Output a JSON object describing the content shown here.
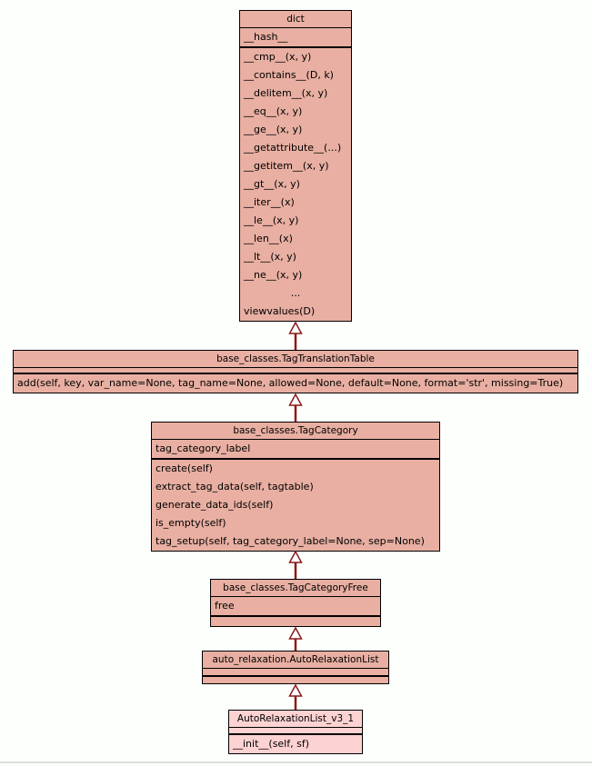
{
  "diagram": {
    "type": "uml-inheritance-diagram",
    "colors": {
      "background": "#fdfffd",
      "box_fill": "#e8afa2",
      "highlight_fill": "#fdd2d2",
      "box_border": "#000000",
      "arrow": "#8b1a1a",
      "text": "#000000",
      "page_rule": "#dadeda"
    },
    "classes": [
      {
        "title": "dict",
        "attributes": [
          "__hash__"
        ],
        "methods": [
          "__cmp__(x, y)",
          "__contains__(D, k)",
          "__delitem__(x, y)",
          "__eq__(x, y)",
          "__ge__(x, y)",
          "__getattribute__(...)",
          "__getitem__(x, y)",
          "__gt__(x, y)",
          "__iter__(x)",
          "__le__(x, y)",
          "__len__(x)",
          "__lt__(x, y)",
          "__ne__(x, y)",
          "...",
          "viewvalues(D)"
        ]
      },
      {
        "title": "base_classes.TagTranslationTable",
        "attributes": [],
        "methods": [
          "add(self, key, var_name=None, tag_name=None, allowed=None, default=None, format='str', missing=True)"
        ]
      },
      {
        "title": "base_classes.TagCategory",
        "attributes": [
          "tag_category_label"
        ],
        "methods": [
          "create(self)",
          "extract_tag_data(self, tagtable)",
          "generate_data_ids(self)",
          "is_empty(self)",
          "tag_setup(self, tag_category_label=None, sep=None)"
        ]
      },
      {
        "title": "base_classes.TagCategoryFree",
        "attributes": [
          "free"
        ],
        "methods": []
      },
      {
        "title": "auto_relaxation.AutoRelaxationList",
        "attributes": [],
        "methods": []
      },
      {
        "title": "AutoRelaxationList_v3_1",
        "attributes": [],
        "methods": [
          "__init__(self, sf)"
        ],
        "highlighted": true
      }
    ],
    "inheritance_edges": [
      {
        "child": "base_classes.TagTranslationTable",
        "parent": "dict"
      },
      {
        "child": "base_classes.TagCategory",
        "parent": "base_classes.TagTranslationTable"
      },
      {
        "child": "base_classes.TagCategoryFree",
        "parent": "base_classes.TagCategory"
      },
      {
        "child": "auto_relaxation.AutoRelaxationList",
        "parent": "base_classes.TagCategoryFree"
      },
      {
        "child": "AutoRelaxationList_v3_1",
        "parent": "auto_relaxation.AutoRelaxationList"
      }
    ]
  }
}
